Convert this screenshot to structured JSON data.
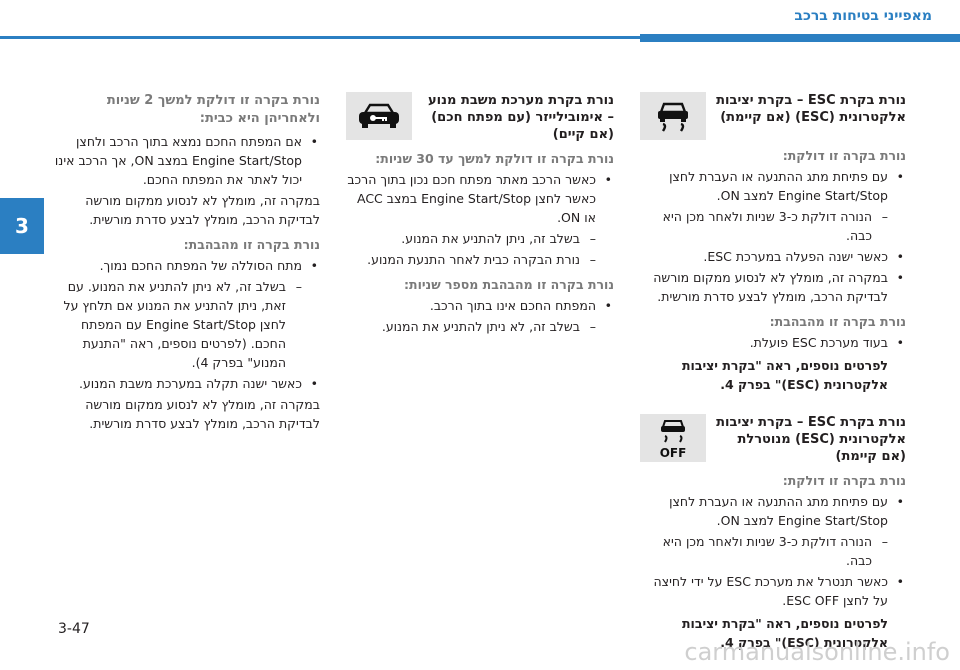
{
  "header": {
    "title": "מאפייני בטיחות ברכב"
  },
  "chapter": "3",
  "page_number": "3-47",
  "watermark": "carmanualsonline.info",
  "right_col": {
    "block1": {
      "heading": "נורת בקרת ESC – בקרת יציבות אלקטרונית (ESC) (אם קיימת)",
      "icon": "car-skid-icon",
      "sub1": "נורת בקרה זו דולקת:",
      "b1": "עם פתיחת מתג ההתנעה או העברת לחצן Engine Start/Stop למצב ON.",
      "d1": "הנורה דולקת כ-3 שניות ולאחר מכן היא כבה.",
      "b2": "כאשר ישנה הפעלה במערכת ESC.",
      "b3": "במקרה זה, מומלץ לא לנסוע ממקום מורשה לבדיקת הרכב, מומלץ לבצע סדרת מורשית.",
      "sub2": "נורת בקרה זו מהבהבת:",
      "b4": "בעוד מערכת ESC פועלת.",
      "note": "לפרטים נוספים, ראה \"בקרת יציבות אלקטרונית (ESC)\" בפרק 4."
    },
    "block2": {
      "heading": "נורת בקרת ESC – בקרת יציבות אלקטרונית (ESC) מנוטרלת (אם קיימת)",
      "icon": "car-skid-off-icon",
      "icon_label": "OFF",
      "sub1": "נורת בקרה זו דולקת:",
      "b1": "עם פתיחת מתג ההתנעה או העברת לחצן Engine Start/Stop למצב ON.",
      "d1": "הנורה דולקת כ-3 שניות ולאחר מכן היא כבה.",
      "b2": "כאשר תנטרל את מערכת ESC על ידי לחיצה על לחצן ESC OFF.",
      "note": "לפרטים נוספים, ראה \"בקרת יציבות אלקטרונית (ESC)\" בפרק 4."
    }
  },
  "mid_col": {
    "heading": "נורת בקרת מערכת משבת מנוע – אימובילייזר (עם מפתח חכם) (אם קיים)",
    "icon": "car-key-icon",
    "sub1": "נורת בקרה זו דולקת למשך עד 30 שניות:",
    "b1": "כאשר הרכב מאתר מפתח חכם נכון בתוך הרכב כאשר לחצן Engine Start/Stop במצב ACC או ON.",
    "d1": "בשלב זה, ניתן להתניע את המנוע.",
    "d2": "נורת הבקרה כבית לאחר התנעת המנוע.",
    "sub2": "נורת בקרה זו מהבהבת מספר שניות:",
    "b2": "המפתח החכם אינו בתוך הרכב.",
    "d3": "בשלב זה, לא ניתן להתניע את המנוע."
  },
  "left_col": {
    "sub0": "נורת בקרה זו דולקת למשך 2 שניות ולאחריהן היא כבית:",
    "b0": "אם המפתח החכם נמצא בתוך הרכב ולחצן Engine Start/Stop במצב ON, אך הרכב אינו יכול לאתר את המפתח החכם.",
    "b0b": "במקרה זה, מומלץ לא לנסוע ממקום מורשה לבדיקת הרכב, מומלץ לבצע סדרת מורשית.",
    "sub1": "נורת בקרה זו מהבהבת:",
    "b1": "מתח הסוללה של המפתח החכם נמוך.",
    "d1": "בשלב זה, לא ניתן להתניע את המנוע. עם זאת, ניתן להתניע את המנוע אם תלחץ על לחצן Engine Start/Stop עם המפתח החכם. (לפרטים נוספים, ראה \"התנעת המנוע\" בפרק 4).",
    "b2": "כאשר ישנה תקלה במערכת משבת המנוע.",
    "b2b": "במקרה זה, מומלץ לא לנסוע ממקום מורשה לבדיקת הרכב, מומלץ לבצע סדרת מורשית."
  }
}
